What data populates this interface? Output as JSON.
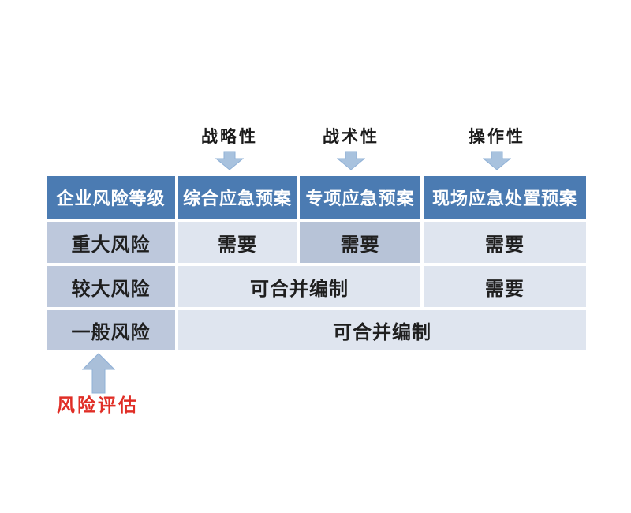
{
  "top_labels": [
    {
      "label": "战略性"
    },
    {
      "label": "战术性"
    },
    {
      "label": "操作性"
    }
  ],
  "table": {
    "header": [
      "企业风险等级",
      "综合应急预案",
      "专项应急预案",
      "现场应急处置预案"
    ],
    "rows": [
      {
        "risk": "重大风险",
        "cells": [
          "需要",
          "需要",
          "需要"
        ]
      },
      {
        "risk": "较大风险",
        "cells": [
          "可合并编制",
          "需要"
        ]
      },
      {
        "risk": "一般风险",
        "cells": [
          "可合并编制"
        ]
      }
    ]
  },
  "bottom_label": "风险评估",
  "colors": {
    "page_bg": "#ffffff",
    "header_bg": "#4b7bb2",
    "header_text": "#ffffff",
    "risk_cell_bg": "#bdc8dc",
    "cell_bg": "#dfe5ef",
    "highlight_cell_bg": "#b7c3d7",
    "arrow_fill": "#a8c2de",
    "arrow_stroke": "#8fb0d6",
    "up_arrow_fill": "#a9bfd9",
    "label_red": "#e02e26",
    "body_text": "#1f1f1f"
  }
}
